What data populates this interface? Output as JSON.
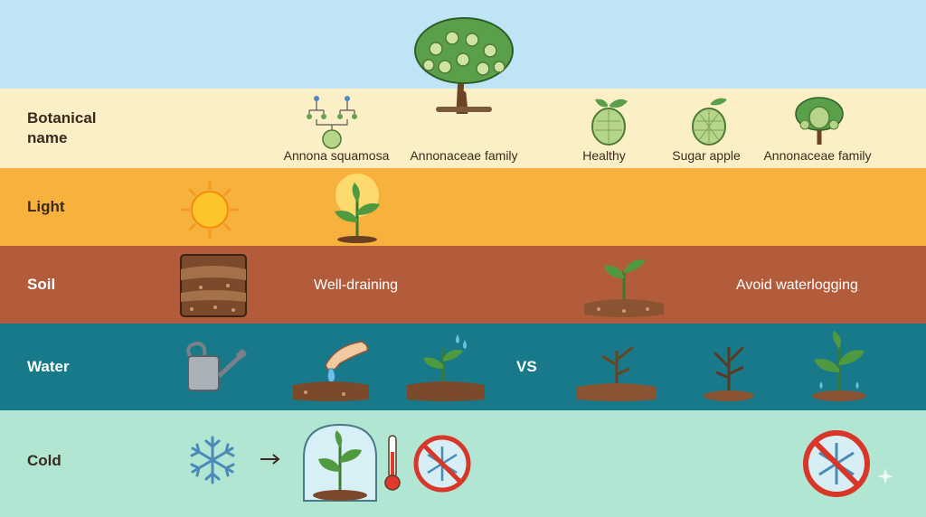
{
  "rows": {
    "botanical": {
      "label": "Botanical\nname",
      "captions": [
        "Annona squamosa",
        "Annonaceae family",
        "Healthy",
        "Sugar apple",
        "Annonaceae family"
      ]
    },
    "light": {
      "label": "Light"
    },
    "soil": {
      "label": "Soil",
      "captions": [
        "Well-draining",
        "Avoid waterlogging"
      ]
    },
    "water": {
      "label": "Water",
      "vs": "VS"
    },
    "cold": {
      "label": "Cold"
    }
  },
  "icons": [
    "fruit-tree-icon",
    "family-tree-icon",
    "healthy-fruit-icon",
    "sugar-apple-icon",
    "small-tree-icon",
    "sun-icon",
    "sunlit-seedling-icon",
    "soil-layers-icon",
    "sprout-in-soil-icon",
    "watering-can-icon",
    "hand-planting-icon",
    "watered-seedling-icon",
    "dry-seedling-icon",
    "dead-seedling-icon",
    "wet-seedling-icon",
    "snowflake-icon",
    "arrow-right-icon",
    "greenhouse-icon",
    "thermometer-icon",
    "no-frost-icon",
    "no-frost-icon"
  ],
  "colors": {
    "sky": "#bfe4f6",
    "botanical": "#fbefc6",
    "light": "#f7b23d",
    "soil": "#b25c3b",
    "water": "#17798a",
    "cold": "#b0e6d2"
  }
}
